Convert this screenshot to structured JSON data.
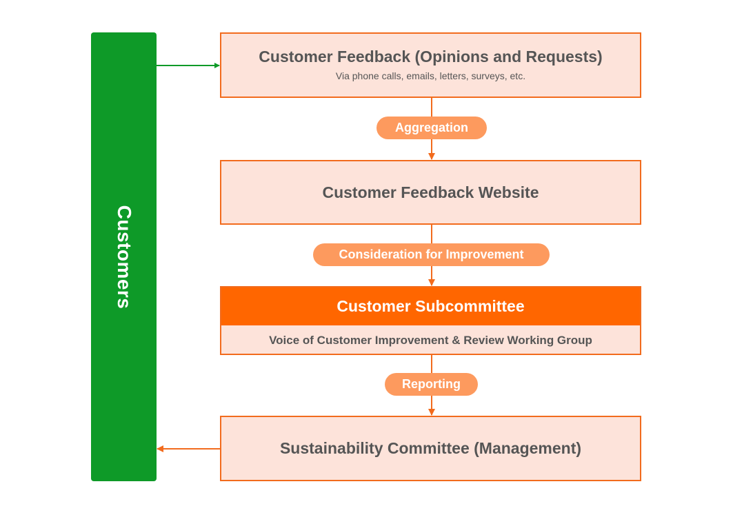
{
  "customers_label": "Customers",
  "feedback_box": {
    "title": "Customer Feedback (Opinions and Requests)",
    "subtitle": "Via phone calls, emails, letters, surveys, etc."
  },
  "steps": {
    "aggregation": "Aggregation",
    "consideration": "Consideration for Improvement",
    "reporting": "Reporting"
  },
  "website_box": {
    "title": "Customer Feedback Website"
  },
  "subcommittee_box": {
    "title": "Customer Subcommittee",
    "subtitle": "Voice of Customer Improvement & Review Working Group"
  },
  "management_box": {
    "title": "Sustainability Committee (Management)"
  },
  "colors": {
    "green": "#0e9a28",
    "orange": "#ff6600",
    "orange_border": "#f26b1d",
    "pill": "#fd9a5e",
    "box_fill": "#fde3da"
  }
}
